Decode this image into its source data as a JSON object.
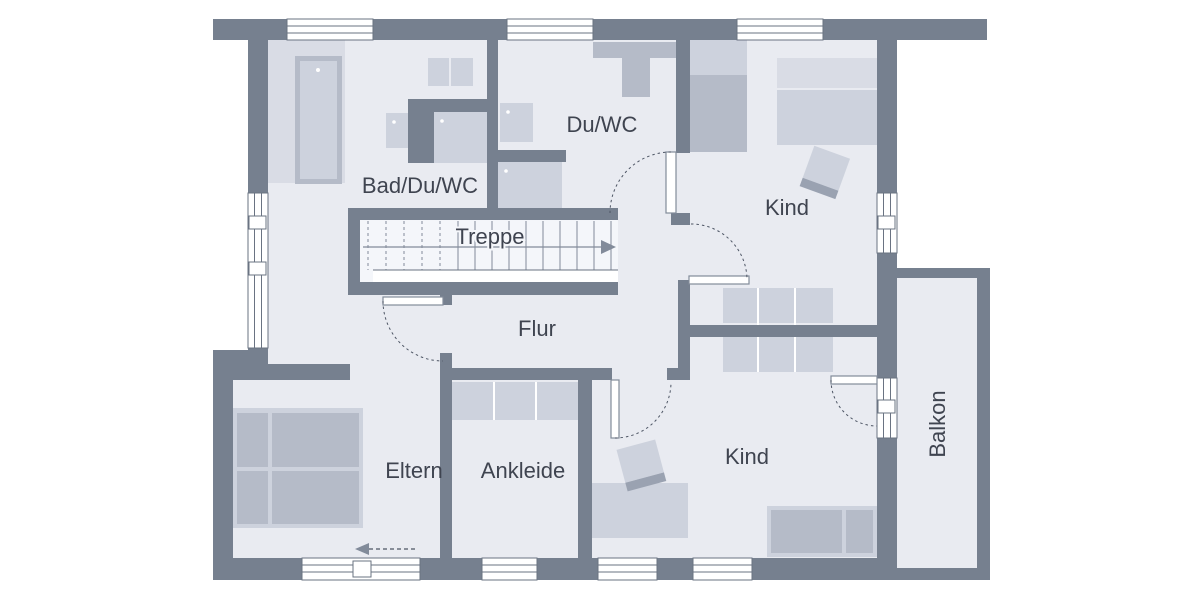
{
  "rooms": {
    "bad_du_wc": "Bad/Du/WC",
    "du_wc": "Du/WC",
    "kind_top": "Kind",
    "treppe": "Treppe",
    "flur": "Flur",
    "eltern": "Eltern",
    "ankleide": "Ankleide",
    "kind_bottom": "Kind",
    "balkon": "Balkon"
  },
  "icons": {
    "stair_direction": "arrow-right",
    "entrance_direction": "arrow-left"
  },
  "colors": {
    "wall": "#76808f",
    "room_fill": "#e9ebf1",
    "stair_fill": "#f4f6fa",
    "furniture_light": "#cdd2dd",
    "furniture_mid": "#b5bbc8",
    "furniture_dark": "#9aa2b1",
    "shelf": "#d9dce5",
    "window_line": "#6a7382",
    "tread": "#828b9a",
    "arc": "#4d5564",
    "text": "#3f4450",
    "white": "#ffffff"
  }
}
